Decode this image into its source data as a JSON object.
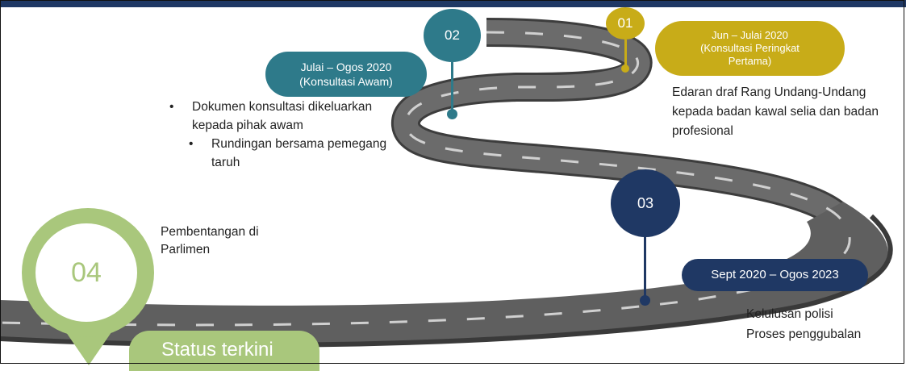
{
  "milestones": {
    "m01": {
      "number": "01",
      "period_line1": "Jun – Julai 2020",
      "period_line2": "(Konsultasi Peringkat",
      "period_line3": "Pertama)",
      "desc_line1": "Edaran draf Rang Undang-Undang",
      "desc_line2": "kepada badan kawal selia dan badan",
      "desc_line3": "profesional",
      "color": "#c8ac18"
    },
    "m02": {
      "number": "02",
      "period_line1": "Julai – Ogos 2020",
      "period_line2": "(Konsultasi Awam)",
      "bullet1_line1": "Dokumen konsultasi dikeluarkan",
      "bullet1_line2": "kepada pihak awam",
      "bullet2_line1": "Rundingan bersama pemegang",
      "bullet2_line2": "taruh",
      "color": "#2e7a8a"
    },
    "m03": {
      "number": "03",
      "period": "Sept 2020 – Ogos 2023",
      "desc_line1": "Kelulusan polisi",
      "desc_line2": "Proses penggubalan",
      "color": "#1f3864"
    },
    "m04": {
      "number": "04",
      "desc_line1": "Pembentangan di",
      "desc_line2": "Parlimen",
      "status": "Status terkini",
      "color": "#a9c77c"
    }
  },
  "road": {
    "asphalt": "#6b6b6b",
    "edge": "#4a4a4a",
    "lane": "#d0d0d0"
  }
}
